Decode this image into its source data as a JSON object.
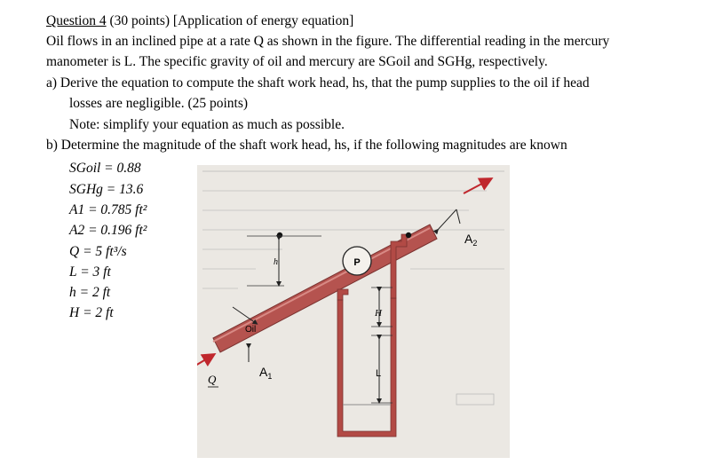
{
  "question": {
    "heading_underlined": "Question 4",
    "heading_rest": " (30 points) [Application of energy equation]",
    "intro_line1": "Oil flows in an inclined pipe at a rate Q as shown in the figure. The differential reading in the mercury",
    "intro_line2": "manometer is L. The specific gravity of oil and mercury are SGoil and SGHg, respectively.",
    "part_a_line1": "a)  Derive the equation to compute the shaft work head, hs, that the pump supplies to the oil if head",
    "part_a_line2": "losses are negligible. (25 points)",
    "note": "Note: simplify your equation as much as possible.",
    "part_b": "b)  Determine the magnitude of the shaft work head, hs, if the following magnitudes are known"
  },
  "given_values": [
    "SGoil = 0.88",
    "SGHg = 13.6",
    "A1 = 0.785 ft²",
    "A2 = 0.196 ft²",
    "Q = 5 ft³/s",
    "L = 3 ft",
    "h = 2 ft",
    "H = 2 ft"
  ],
  "figure_labels": {
    "oil": "Oil",
    "pump": "P",
    "h": "h",
    "H": "H",
    "L": "L",
    "Q": "Q",
    "A1": "A1",
    "A2": "A2"
  },
  "colors": {
    "pipe": "#b5534f",
    "pipe_edge": "#7a3230",
    "arrow": "#c0272d",
    "manometer": "#b24a45",
    "photo_bg": "#e9e6e1"
  }
}
